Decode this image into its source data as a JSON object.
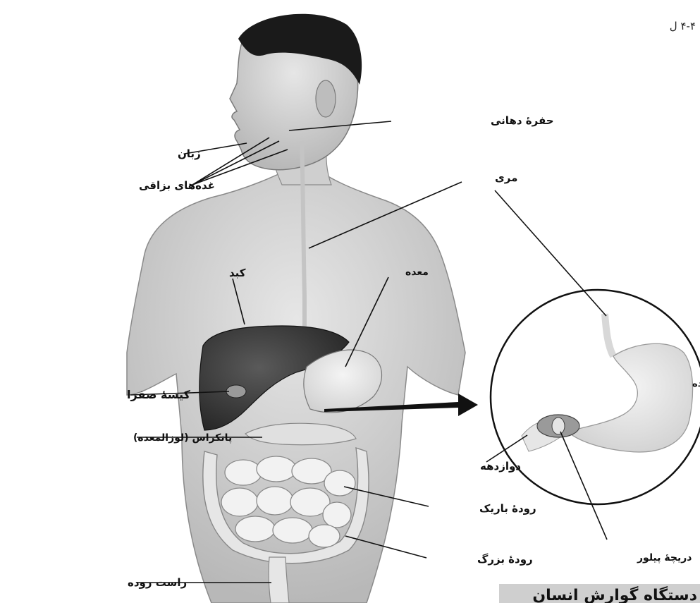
{
  "figure_number": "۴-۴ ل",
  "labels": {
    "mouth": "حفرهٔ دهانی",
    "tongue": "زبان",
    "salivary": "غده‌های بزاقی",
    "esophagus": "مری",
    "liver": "کبد",
    "stomach": "معده",
    "gallbladder": "کیسهٔ صفرا",
    "pancreas": "پانکراس (لوزالمعده)",
    "duodenum": "دوازدهه",
    "small_intestine": "رودهٔ باریک",
    "large_intestine": "رودهٔ بزرگ",
    "rectum": "راست روده",
    "stomach_inset": "معده",
    "pylorus": "دریچهٔ پیلور"
  },
  "caption_fragment": "دستگاه گوارش انسان",
  "colors": {
    "skin": "#d9d9d9",
    "skin_shade": "#bdbdbd",
    "hair": "#1a1a1a",
    "liver": "#3a3a3a",
    "intestine": "#ececec",
    "line": "#111111"
  }
}
